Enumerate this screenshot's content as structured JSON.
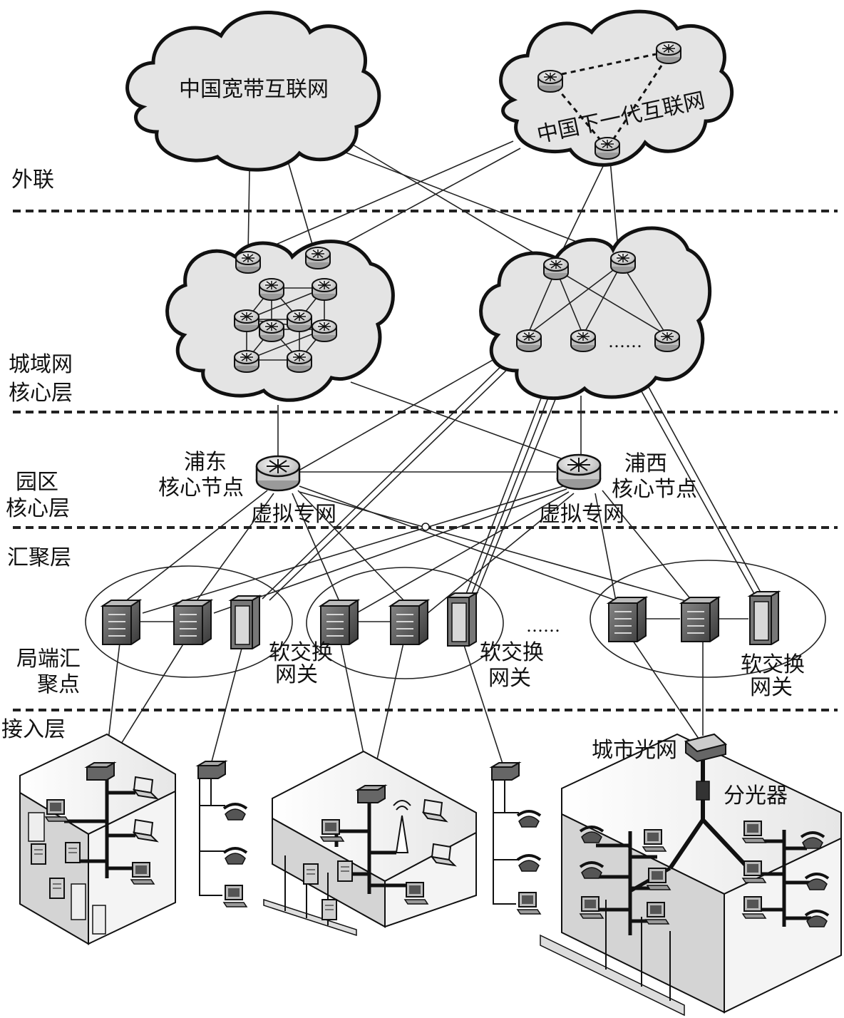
{
  "layers": {
    "external": "外联",
    "metro_core_1": "城域网",
    "metro_core_2": "核心层",
    "park_core_1": "园区",
    "park_core_2": "核心层",
    "aggregation": "汇聚层",
    "access": "接入层"
  },
  "clouds": {
    "china_broadband": "中国宽带互联网",
    "china_next_gen": "中国下一代互联网"
  },
  "nodes": {
    "pudong_1": "浦东",
    "pudong_2": "核心节点",
    "puxi_1": "浦西",
    "puxi_2": "核心节点",
    "vpn_left": "虚拟专网",
    "vpn_right": "虚拟专网",
    "office_agg_1": "局端汇",
    "office_agg_2": "聚点",
    "softswitch_1a": "软交换",
    "softswitch_1b": "网关",
    "softswitch_2a": "软交换",
    "softswitch_2b": "网关",
    "softswitch_3a": "软交换",
    "softswitch_3b": "网关",
    "ellipsis_core": "……",
    "ellipsis_agg": "……",
    "city_optical": "城市光网",
    "splitter": "分光器"
  },
  "colors": {
    "cloud_fill": "#e4e4e4",
    "outline": "#111111"
  }
}
